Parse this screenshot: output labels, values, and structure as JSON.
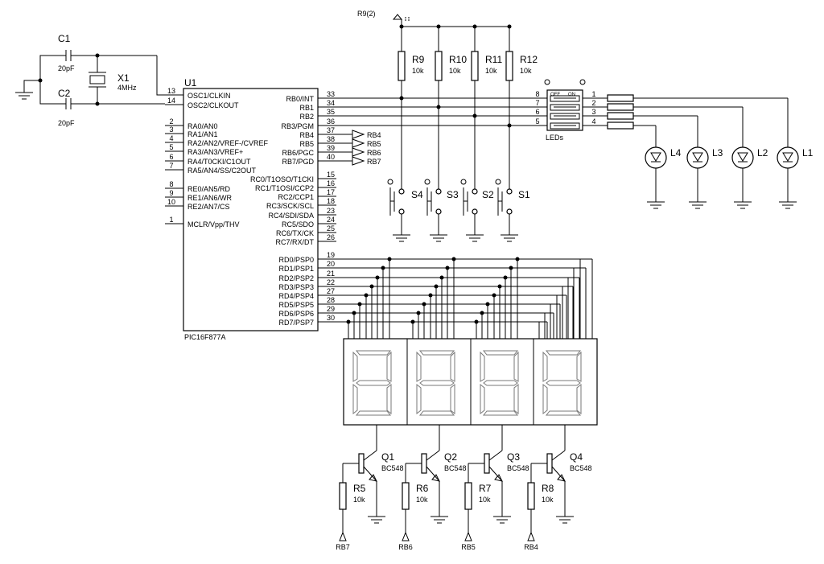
{
  "mcu": {
    "ref": "U1",
    "part": "PIC16F877A",
    "left_pins": [
      {
        "num": "13",
        "name": "OSC1/CLKIN"
      },
      {
        "num": "14",
        "name": "OSC2/CLKOUT"
      },
      {
        "num": "2",
        "name": "RA0/AN0"
      },
      {
        "num": "3",
        "name": "RA1/AN1"
      },
      {
        "num": "4",
        "name": "RA2/AN2/VREF-/CVREF"
      },
      {
        "num": "5",
        "name": "RA3/AN3/VREF+"
      },
      {
        "num": "6",
        "name": "RA4/T0CKI/C1OUT"
      },
      {
        "num": "7",
        "name": "RA5/AN4/SS/C2OUT"
      },
      {
        "num": "8",
        "name": "RE0/AN5/RD"
      },
      {
        "num": "9",
        "name": "RE1/AN6/WR"
      },
      {
        "num": "10",
        "name": "RE2/AN7/CS"
      },
      {
        "num": "1",
        "name": "MCLR/Vpp/THV"
      }
    ],
    "right_pins": [
      {
        "num": "33",
        "name": "RB0/INT"
      },
      {
        "num": "34",
        "name": "RB1"
      },
      {
        "num": "35",
        "name": "RB2"
      },
      {
        "num": "36",
        "name": "RB3/PGM"
      },
      {
        "num": "37",
        "name": "RB4"
      },
      {
        "num": "38",
        "name": "RB5"
      },
      {
        "num": "39",
        "name": "RB6/PGC"
      },
      {
        "num": "40",
        "name": "RB7/PGD"
      },
      {
        "num": "15",
        "name": "RC0/T1OSO/T1CKI"
      },
      {
        "num": "16",
        "name": "RC1/T1OSI/CCP2"
      },
      {
        "num": "17",
        "name": "RC2/CCP1"
      },
      {
        "num": "18",
        "name": "RC3/SCK/SCL"
      },
      {
        "num": "23",
        "name": "RC4/SDI/SDA"
      },
      {
        "num": "24",
        "name": "RC5/SDO"
      },
      {
        "num": "25",
        "name": "RC6/TX/CK"
      },
      {
        "num": "26",
        "name": "RC7/RX/DT"
      },
      {
        "num": "19",
        "name": "RD0/PSP0"
      },
      {
        "num": "20",
        "name": "RD1/PSP1"
      },
      {
        "num": "21",
        "name": "RD2/PSP2"
      },
      {
        "num": "22",
        "name": "RD3/PSP3"
      },
      {
        "num": "27",
        "name": "RD4/PSP4"
      },
      {
        "num": "28",
        "name": "RD5/PSP5"
      },
      {
        "num": "29",
        "name": "RD6/PSP6"
      },
      {
        "num": "30",
        "name": "RD7/PSP7"
      }
    ]
  },
  "port_outputs": [
    "RB4",
    "RB5",
    "RB6",
    "RB7"
  ],
  "crystal": {
    "c1_ref": "C1",
    "c1_val": "20pF",
    "c2_ref": "C2",
    "c2_val": "20pF",
    "x_ref": "X1",
    "x_val": "4MHz"
  },
  "pullup_net": "R9(2)",
  "pullups": [
    {
      "ref": "R9",
      "val": "10k"
    },
    {
      "ref": "R10",
      "val": "10k"
    },
    {
      "ref": "R11",
      "val": "10k"
    },
    {
      "ref": "R12",
      "val": "10k"
    }
  ],
  "switches": [
    "S4",
    "S3",
    "S2",
    "S1"
  ],
  "dip": {
    "label": "LEDs",
    "off": "OFF",
    "on": "ON",
    "left_nums": [
      "8",
      "7",
      "6",
      "5"
    ],
    "right_nums": [
      "1",
      "2",
      "3",
      "4"
    ]
  },
  "leds": [
    "L4",
    "L3",
    "L2",
    "L1"
  ],
  "transistors": [
    {
      "ref": "Q1",
      "part": "BC548"
    },
    {
      "ref": "Q2",
      "part": "BC548"
    },
    {
      "ref": "Q3",
      "part": "BC548"
    },
    {
      "ref": "Q4",
      "part": "BC548"
    }
  ],
  "base_resistors": [
    {
      "ref": "R5",
      "val": "10k",
      "net": "RB7"
    },
    {
      "ref": "R6",
      "val": "10k",
      "net": "RB6"
    },
    {
      "ref": "R7",
      "val": "10k",
      "net": "RB5"
    },
    {
      "ref": "R8",
      "val": "10k",
      "net": "RB4"
    }
  ]
}
